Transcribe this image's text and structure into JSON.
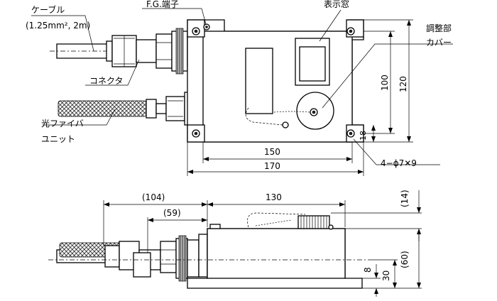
{
  "labels": {
    "cable": "ケーブル",
    "cable_spec": "(1.25mm², 2m)",
    "fg_terminal": "F.G.端子",
    "display_window": "表示窓",
    "adjuster": "調整部",
    "cover": "カバー",
    "connector": "コネクタ",
    "fiber_unit_line1": "光ファイバ",
    "fiber_unit_line2": "ユニット",
    "holes": "4−ϕ7✕9"
  },
  "dimensions": {
    "top_width_inner": "150",
    "top_width_outer": "170",
    "top_height_inner": "100",
    "top_height_outer": "120",
    "hole_offset": "18",
    "side_length_total": "(104)",
    "side_length_connector": "(59)",
    "side_body_length": "130",
    "side_cover_height": "(14)",
    "side_height_total": "(60)",
    "side_axis_height": "30",
    "side_base_height": "8"
  }
}
